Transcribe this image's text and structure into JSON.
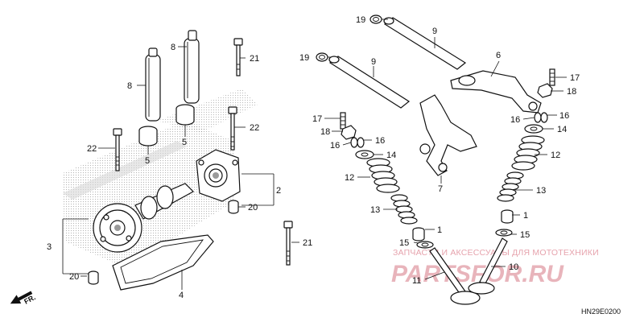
{
  "diagram_code": "HN29E0200",
  "direction_arrow": {
    "label": "FR.",
    "icon": "front-direction-arrow-icon"
  },
  "watermark": {
    "tagline": "ЗАПЧАСТИ И АКСЕССУАРЫ ДЛЯ МОТОТЕХНИКИ",
    "brand": "PARTSFOR.RU",
    "color": "#e8b4bb"
  },
  "callouts": {
    "c1a": "1",
    "c1b": "1",
    "c2": "2",
    "c3": "3",
    "c4": "4",
    "c5a": "5",
    "c5b": "5",
    "c6": "6",
    "c7": "7",
    "c8a": "8",
    "c8b": "8",
    "c9a": "9",
    "c9b": "9",
    "c10": "10",
    "c11": "11",
    "c12a": "12",
    "c12b": "12",
    "c13a": "13",
    "c13b": "13",
    "c14a": "14",
    "c14b": "14",
    "c15a": "15",
    "c15b": "15",
    "c16a": "16",
    "c16b": "16",
    "c16c": "16",
    "c16d": "16",
    "c17a": "17",
    "c17b": "17",
    "c18a": "18",
    "c18b": "18",
    "c19a": "19",
    "c19b": "19",
    "c20a": "20",
    "c20b": "20",
    "c21a": "21",
    "c21b": "21",
    "c22a": "22",
    "c22b": "22"
  }
}
